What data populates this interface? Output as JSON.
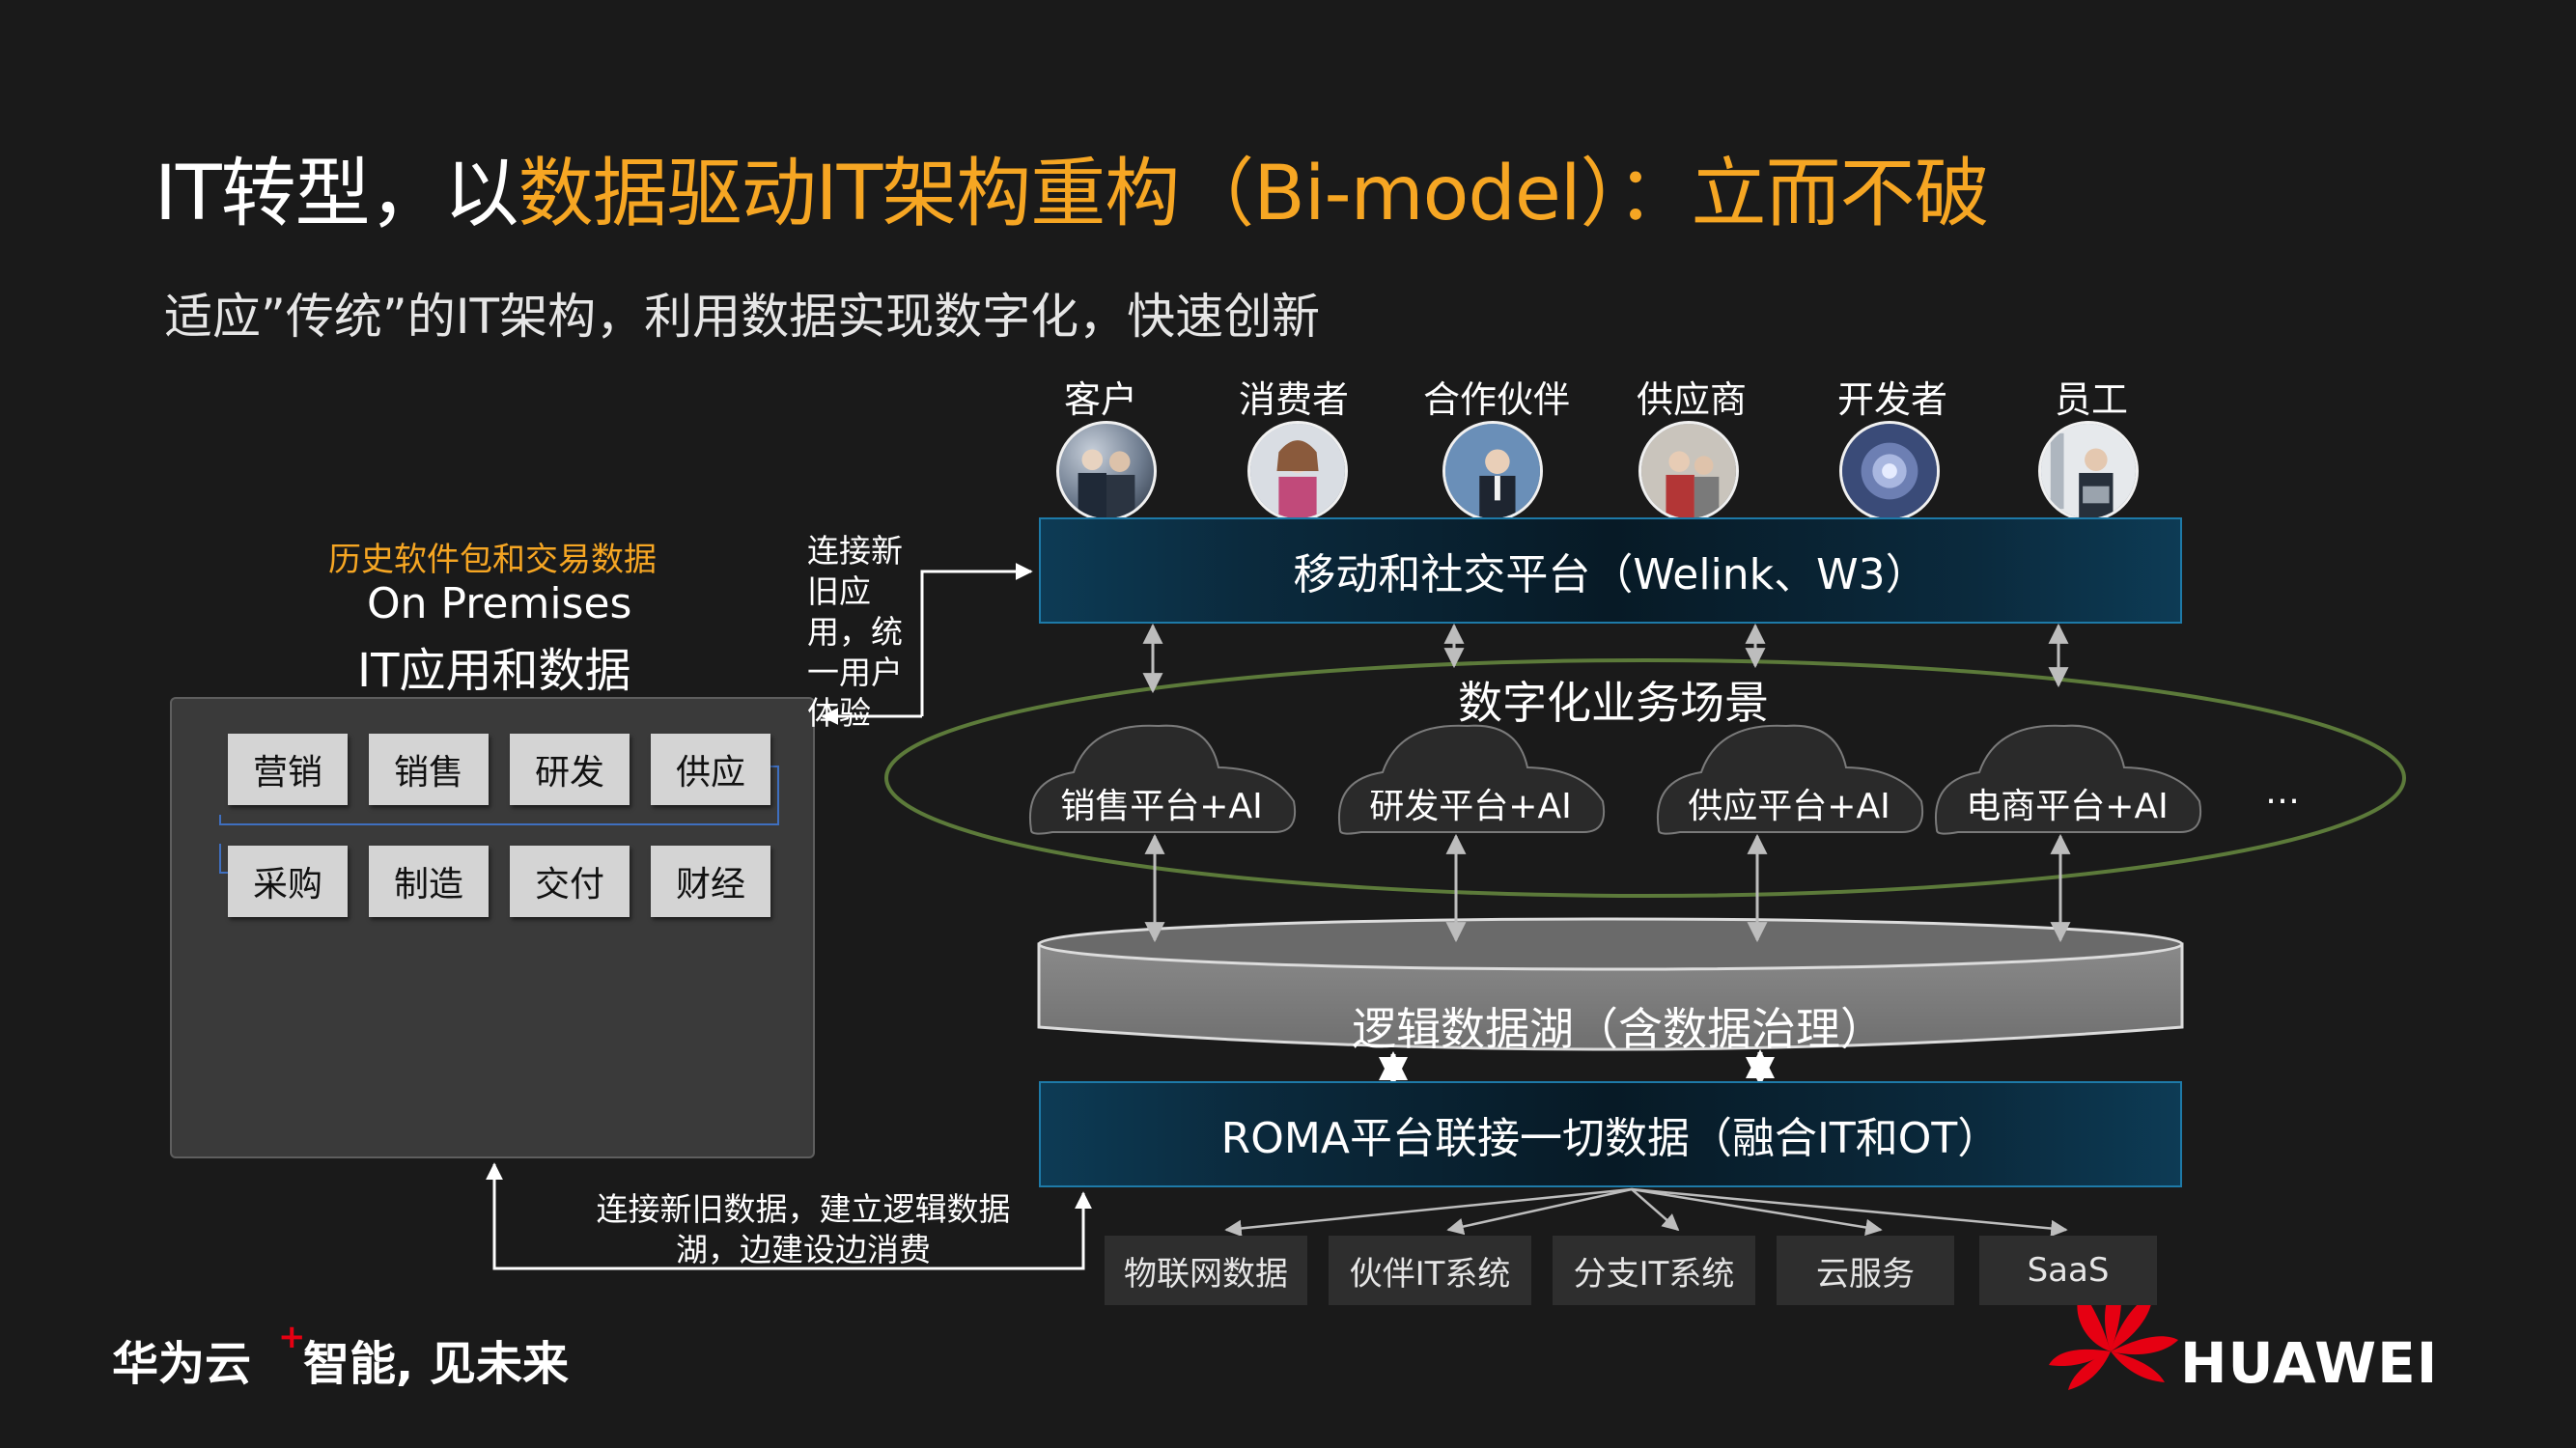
{
  "title": {
    "part1": "IT转型，以",
    "part2": "数据驱动IT架构重构（Bi-model）：立而不破"
  },
  "subtitle": "适应”传统”的IT架构，利用数据实现数字化，快速创新",
  "stakeholders": [
    "客户",
    "消费者",
    "合作伙伴",
    "供应商",
    "开发者",
    "员工"
  ],
  "mobile_platform": "移动和社交平台（Welink、W3）",
  "digital_scenarios": "数字化业务场景",
  "clouds": [
    "销售平台+AI",
    "研发平台+AI",
    "供应平台+AI",
    "电商平台+AI"
  ],
  "ellipsis": "…",
  "data_lake": "逻辑数据湖（含数据治理）",
  "roma_platform": "ROMA平台联接一切数据（融合IT和OT）",
  "sources": [
    "物联网数据",
    "伙伴IT系统",
    "分支IT系统",
    "云服务",
    "SaaS"
  ],
  "left_panel": {
    "caption1": "历史软件包和交易数据",
    "caption2": "On Premises",
    "caption3": "IT应用和数据",
    "modules_row1": [
      "营销",
      "销售",
      "研发",
      "供应"
    ],
    "modules_row2": [
      "采购",
      "制造",
      "交付",
      "财经"
    ]
  },
  "connect_new_apps": "连接新旧应用，统一用户体验",
  "connect_data_note": "连接新旧数据，建立逻辑数据湖，边建设边消费",
  "footer": {
    "brand_left": "华为云",
    "plus": "+",
    "slogan": "智能, 见未来",
    "brand_right": "HUAWEI"
  },
  "colors": {
    "accent": "#f6a623",
    "background": "#1a1a1a",
    "band": "#0b2a3d",
    "band_border": "#1e7aa8",
    "ellipse": "#5c7a3a",
    "huawei_red": "#e60012"
  }
}
